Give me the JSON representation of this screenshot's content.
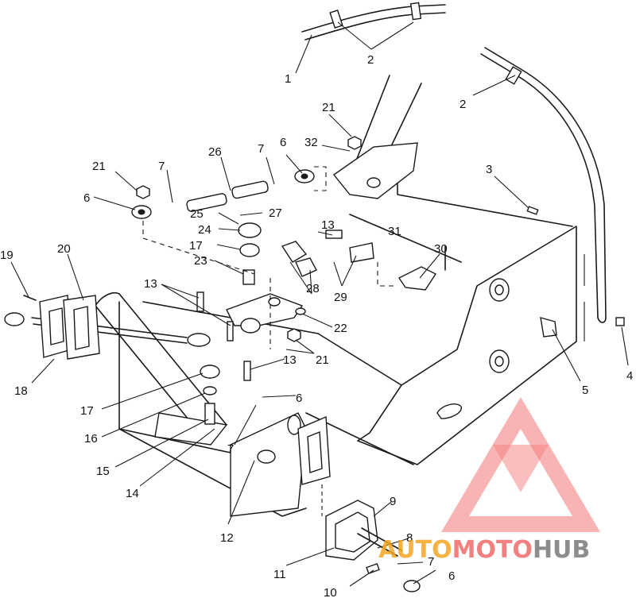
{
  "diagram": {
    "callouts": [
      {
        "id": "1",
        "label": "1"
      },
      {
        "id": "2a",
        "label": "2"
      },
      {
        "id": "2b",
        "label": "2"
      },
      {
        "id": "3",
        "label": "3"
      },
      {
        "id": "4",
        "label": "4"
      },
      {
        "id": "5",
        "label": "5"
      },
      {
        "id": "6a",
        "label": "6"
      },
      {
        "id": "6b",
        "label": "6"
      },
      {
        "id": "6c",
        "label": "6"
      },
      {
        "id": "6d",
        "label": "6"
      },
      {
        "id": "7a",
        "label": "7"
      },
      {
        "id": "7b",
        "label": "7"
      },
      {
        "id": "7c",
        "label": "7"
      },
      {
        "id": "7d",
        "label": "7"
      },
      {
        "id": "8",
        "label": "8"
      },
      {
        "id": "9",
        "label": "9"
      },
      {
        "id": "10",
        "label": "10"
      },
      {
        "id": "11",
        "label": "11"
      },
      {
        "id": "12",
        "label": "12"
      },
      {
        "id": "13a",
        "label": "13"
      },
      {
        "id": "13b",
        "label": "13"
      },
      {
        "id": "13c",
        "label": "13"
      },
      {
        "id": "14",
        "label": "14"
      },
      {
        "id": "15",
        "label": "15"
      },
      {
        "id": "16",
        "label": "16"
      },
      {
        "id": "17a",
        "label": "17"
      },
      {
        "id": "17b",
        "label": "17"
      },
      {
        "id": "18",
        "label": "18"
      },
      {
        "id": "19",
        "label": "19"
      },
      {
        "id": "20",
        "label": "20"
      },
      {
        "id": "21a",
        "label": "21"
      },
      {
        "id": "21b",
        "label": "21"
      },
      {
        "id": "21c",
        "label": "21"
      },
      {
        "id": "22",
        "label": "22"
      },
      {
        "id": "23",
        "label": "23"
      },
      {
        "id": "24",
        "label": "24"
      },
      {
        "id": "25",
        "label": "25"
      },
      {
        "id": "26",
        "label": "26"
      },
      {
        "id": "27",
        "label": "27"
      },
      {
        "id": "28",
        "label": "28"
      },
      {
        "id": "29",
        "label": "29"
      },
      {
        "id": "30",
        "label": "30"
      },
      {
        "id": "31",
        "label": "31"
      },
      {
        "id": "32",
        "label": "32"
      }
    ]
  },
  "watermark": {
    "text_part1": "AUTO",
    "text_part2": "MOTO",
    "text_part3": "HUB",
    "color_orange": "#f5a623",
    "color_red": "#f26a6a",
    "color_gray": "#7a7a7a"
  }
}
